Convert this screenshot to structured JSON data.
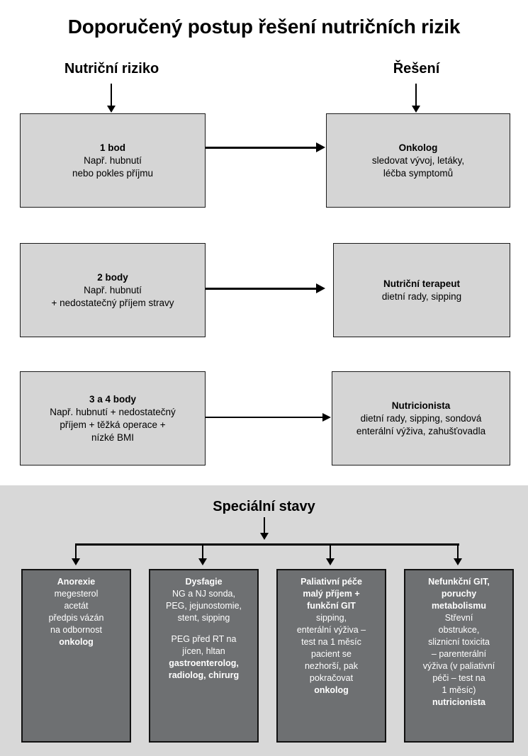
{
  "title": "Doporučený postup řešení nutričních rizik",
  "headers": {
    "left": "Nutriční riziko",
    "right": "Řešení"
  },
  "colors": {
    "light_box_fill": "#d5d5d5",
    "dark_box_fill": "#6e7072",
    "panel_fill": "#d8d8d8",
    "stroke": "#000000",
    "dark_box_text": "#ffffff"
  },
  "rows": [
    {
      "risk": {
        "title": "1 bod",
        "desc": "Např. hubnutí\nnebo pokles příjmu"
      },
      "solution": {
        "title": "Onkolog",
        "desc": "sledovat vývoj, letáky,\nléčba symptomů"
      }
    },
    {
      "risk": {
        "title": "2 body",
        "desc": "Např. hubnutí\n+ nedostatečný příjem stravy"
      },
      "solution": {
        "title": "Nutriční terapeut",
        "desc": "dietní rady, sipping"
      }
    },
    {
      "risk": {
        "title": "3 a 4 body",
        "desc": "Např. hubnutí + nedostatečný\npříjem + těžká operace +\nnízké BMI"
      },
      "solution": {
        "title": "Nutricionista",
        "desc": "dietní rady, sipping, sondová\nenterální výživa, zahušťovadla"
      }
    }
  ],
  "special": {
    "title": "Speciální stavy",
    "boxes": [
      {
        "title": "Anorexie",
        "desc": "megesterol\nacetát\npředpis vázán\nna odbornost",
        "title2": "onkolog",
        "desc2": ""
      },
      {
        "title": "Dysfagie",
        "desc": "NG a NJ sonda,\nPEG, jejunostomie,\nstent, sipping",
        "desc2": "PEG před RT na\njícen, hltan",
        "title2": "gastroenterolog,\nradiolog, chirurg"
      },
      {
        "title": "Paliativní péče\nmalý příjem +\nfunkční GIT",
        "desc": "sipping,\nenterální výživa –\ntest na 1 měsíc\npacient se\nnezhorší, pak\npokračovat",
        "title2": "onkolog",
        "desc2": ""
      },
      {
        "title": "Nefunkční GIT,\nporuchy\nmetabolismu",
        "desc": "Střevní\nobstrukce,\nsliznicní toxicita\n– parenterální\nvýživa (v paliativní\npéči – test na\n1 měsíc)",
        "title2": "nutricionista",
        "desc2": ""
      }
    ]
  }
}
